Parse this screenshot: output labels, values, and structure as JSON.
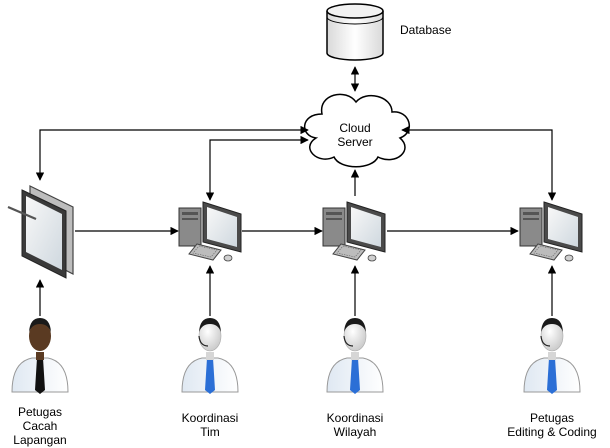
{
  "database": {
    "label": "Database"
  },
  "cloud": {
    "line1": "Cloud",
    "line2": "Server"
  },
  "people": [
    {
      "role": "field-officer",
      "lines": [
        "Petugas",
        "Cacah",
        "Lapangan"
      ]
    },
    {
      "role": "team-coordinator",
      "lines": [
        "Koordinasi",
        "Tim"
      ]
    },
    {
      "role": "regional-coordinator",
      "lines": [
        "Koordinasi",
        "Wilayah"
      ]
    },
    {
      "role": "editing-officer",
      "lines": [
        "Petugas",
        "Editing & Coding"
      ]
    }
  ]
}
